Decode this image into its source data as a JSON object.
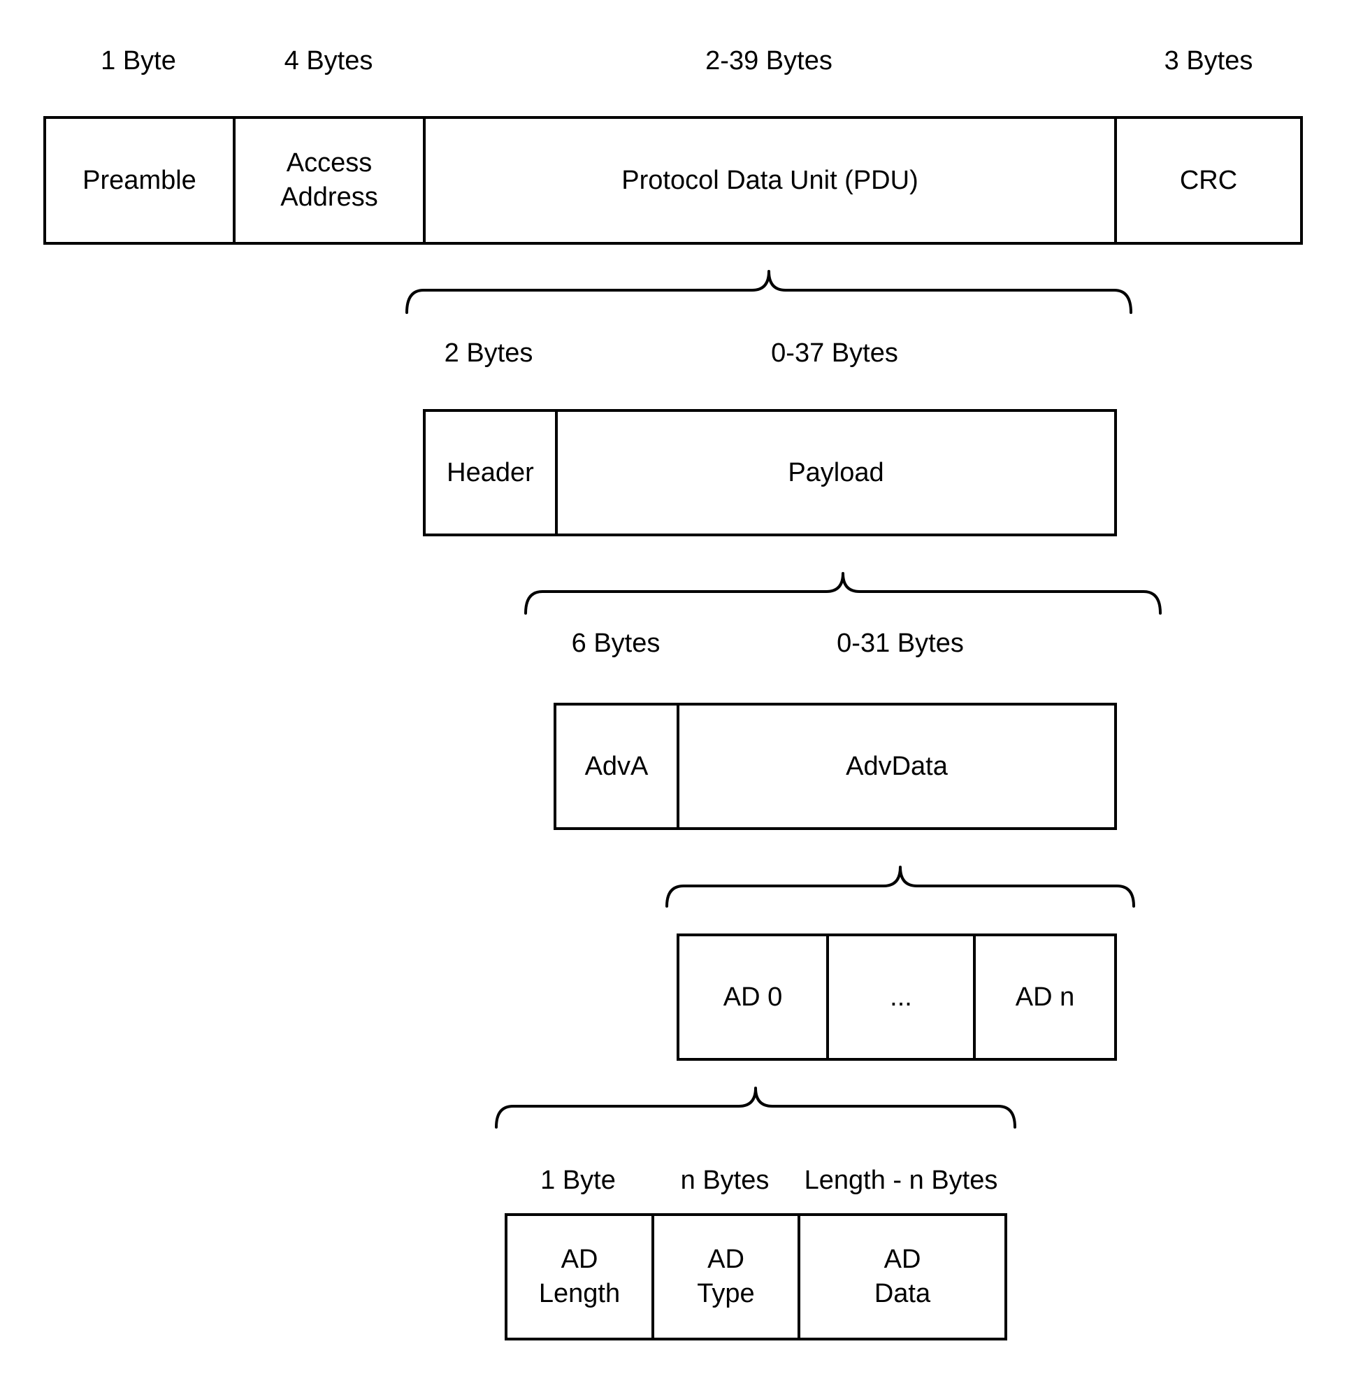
{
  "packet": {
    "size_labels": [
      "1 Byte",
      "4 Bytes",
      "2-39 Bytes",
      "3 Bytes"
    ],
    "fields": [
      "Preamble",
      "Access\nAddress",
      "Protocol Data Unit (PDU)",
      "CRC"
    ]
  },
  "pdu": {
    "size_labels": [
      "2 Bytes",
      "0-37 Bytes"
    ],
    "fields": [
      "Header",
      "Payload"
    ]
  },
  "payload": {
    "size_labels": [
      "6 Bytes",
      "0-31 Bytes"
    ],
    "fields": [
      "AdvA",
      "AdvData"
    ]
  },
  "advdata": {
    "fields": [
      "AD 0",
      "...",
      "AD n"
    ]
  },
  "ad_structure": {
    "size_labels": [
      "1 Byte",
      "n Bytes",
      "Length - n Bytes"
    ],
    "fields": [
      "AD\nLength",
      "AD\nType",
      "AD\nData"
    ]
  },
  "colors": {
    "stroke": "#000000",
    "text": "#000000",
    "background": "#ffffff"
  }
}
